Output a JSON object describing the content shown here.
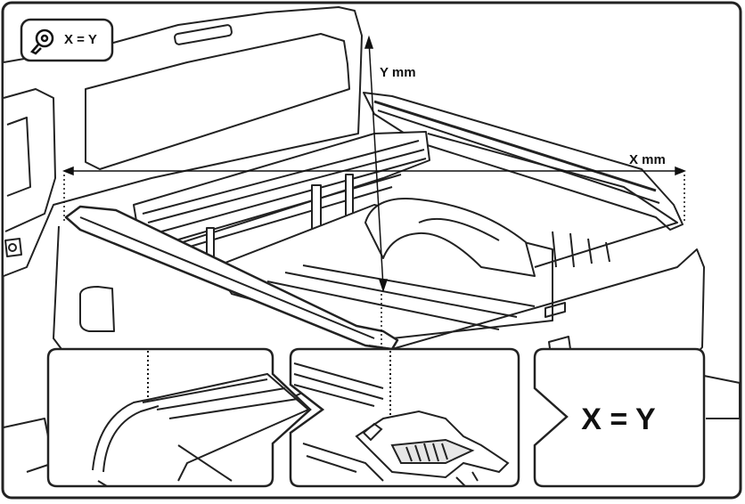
{
  "badge": {
    "icon": "tape-measure-icon",
    "text": "X = Y"
  },
  "dimensions": {
    "x_label": "X mm",
    "y_label": "Y mm"
  },
  "result_panel": {
    "text": "X = Y"
  }
}
